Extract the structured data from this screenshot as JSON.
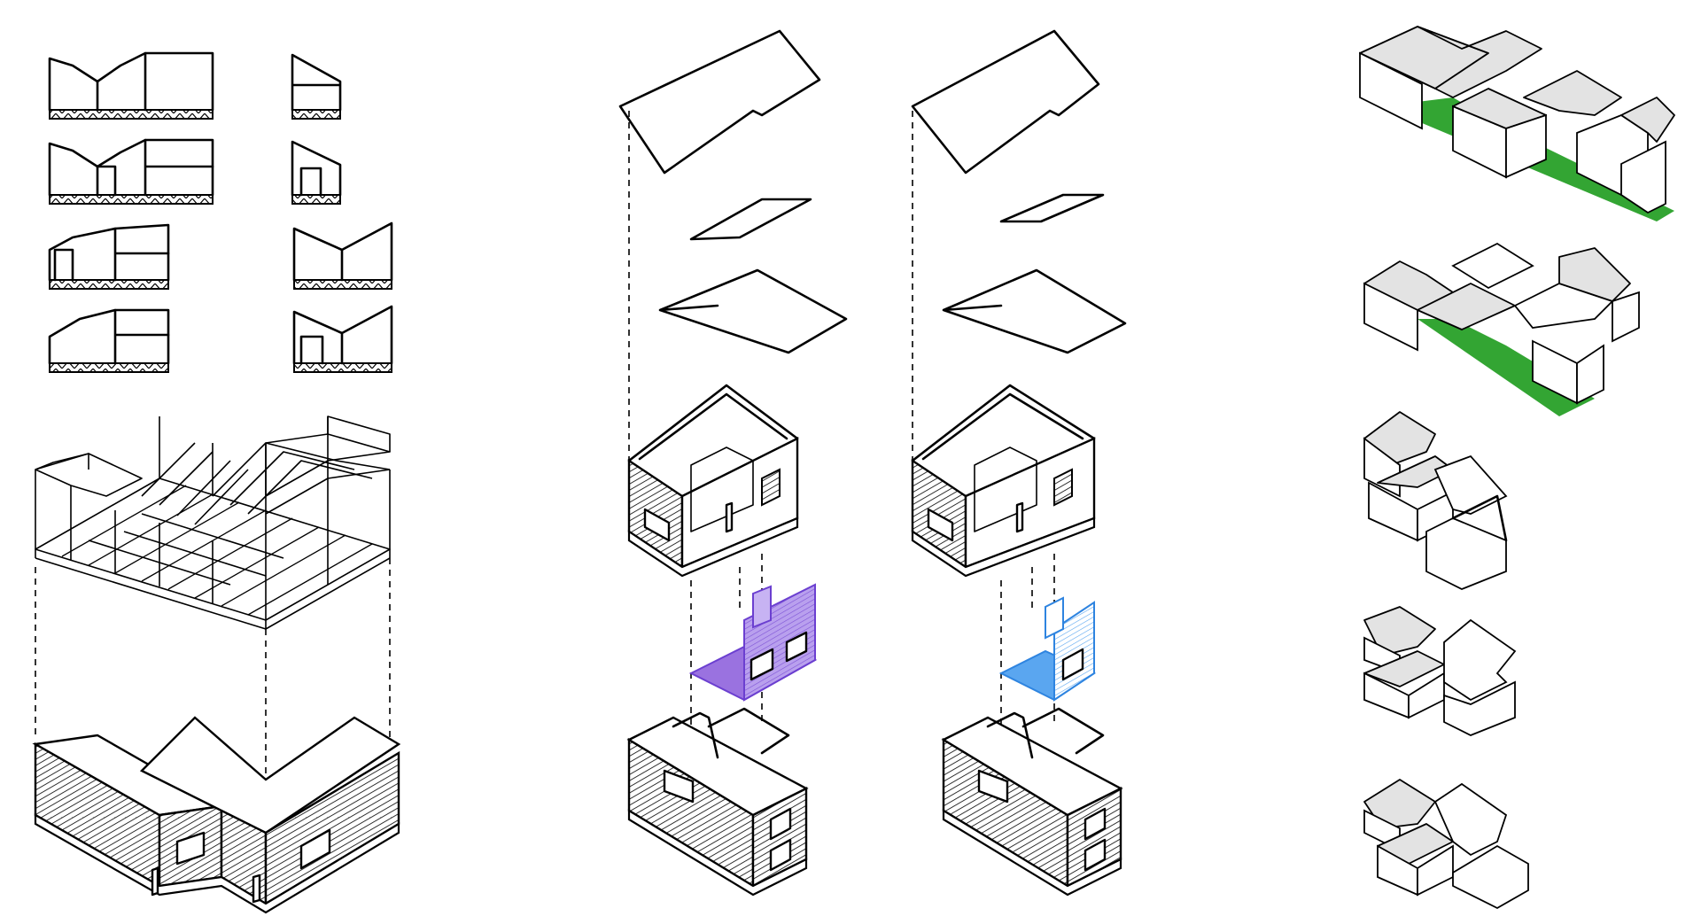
{
  "figure": {
    "description_visible_text": "",
    "colors": {
      "line": "#000000",
      "background": "#ffffff",
      "wall_hatch": "#000000",
      "purple_module": "#9a72e0",
      "blue_module": "#5aa6f0",
      "green_yard": "#33a533",
      "roof_gray": "#e3e3e3"
    }
  },
  "panels": [
    {
      "name": "section-variants",
      "count": 8
    },
    {
      "name": "frame-to-massing-exploded",
      "count": 1
    },
    {
      "name": "module-exploded-purple",
      "accent": "purple_module"
    },
    {
      "name": "module-exploded-blue",
      "accent": "blue_module"
    },
    {
      "name": "cluster-variants",
      "count": 5
    }
  ]
}
